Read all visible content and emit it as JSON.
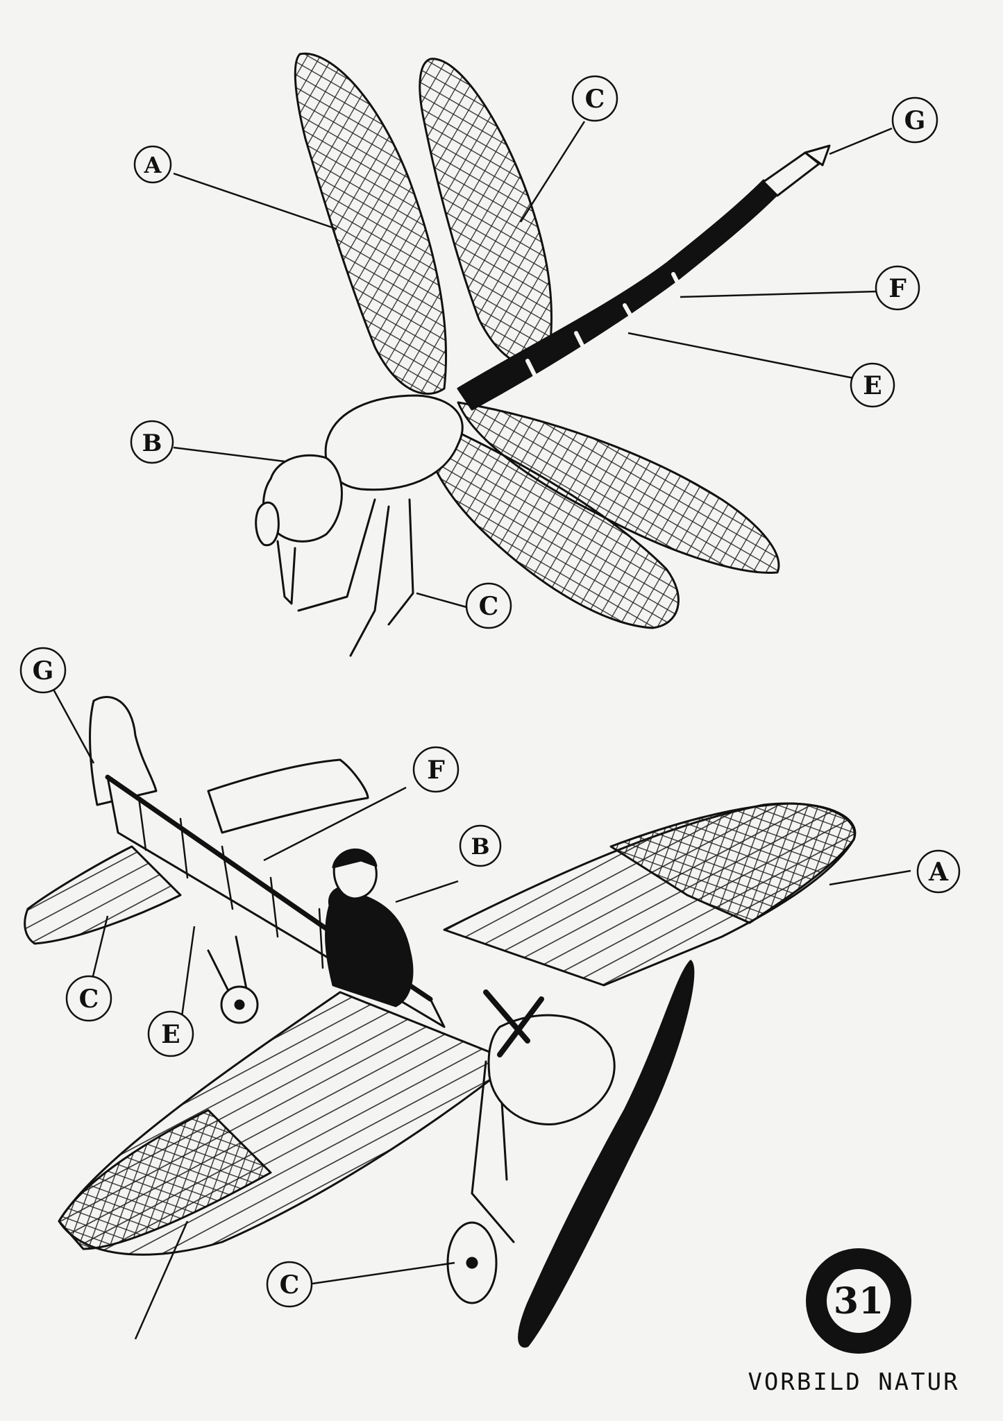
{
  "labels": {
    "dragonfly": [
      {
        "id": "A",
        "text": "A"
      },
      {
        "id": "C1",
        "text": "C"
      },
      {
        "id": "G",
        "text": "G"
      },
      {
        "id": "F",
        "text": "F"
      },
      {
        "id": "E",
        "text": "E"
      },
      {
        "id": "B",
        "text": "B"
      },
      {
        "id": "C2",
        "text": "C"
      }
    ],
    "airplane": [
      {
        "id": "G",
        "text": "G"
      },
      {
        "id": "F",
        "text": "F"
      },
      {
        "id": "B",
        "text": "B"
      },
      {
        "id": "A",
        "text": "A"
      },
      {
        "id": "C1",
        "text": "C"
      },
      {
        "id": "E",
        "text": "E"
      },
      {
        "id": "C2",
        "text": "C"
      }
    ]
  },
  "page_number": "31",
  "footer": "VORBILD NATUR",
  "colors": {
    "paper": "#f4f4f2",
    "ink": "#111111"
  }
}
